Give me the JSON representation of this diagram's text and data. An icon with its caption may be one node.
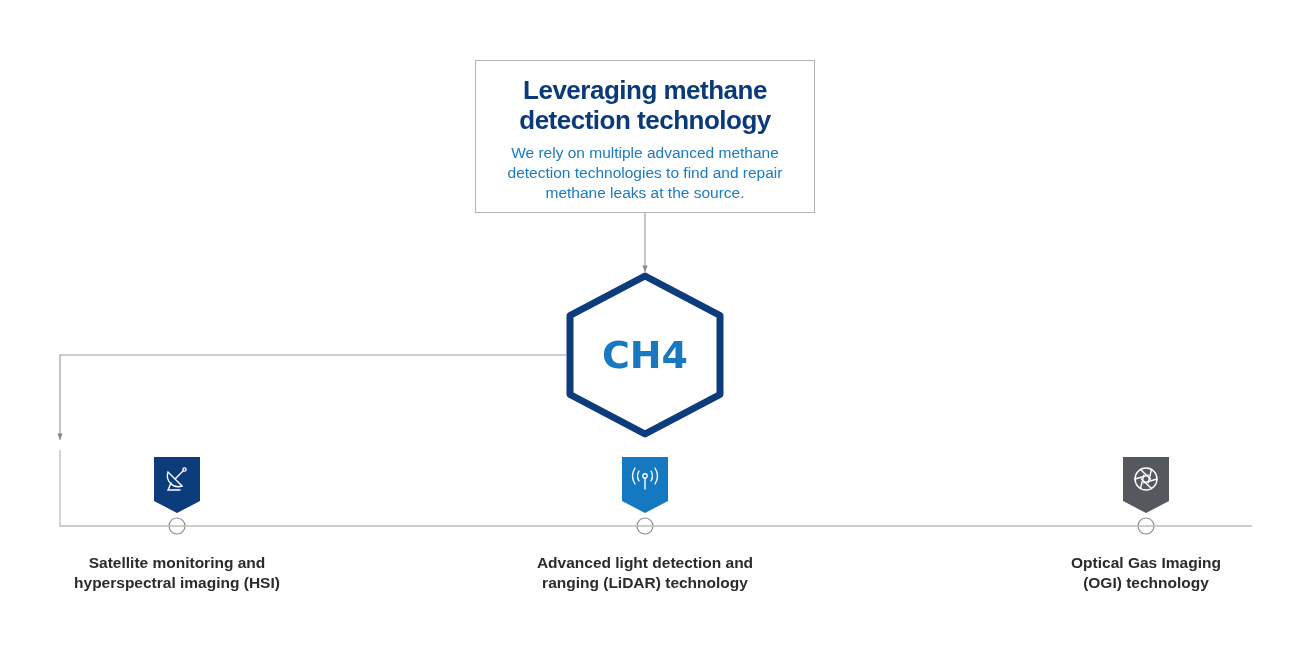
{
  "diagram": {
    "nodes": [
      {
        "text": [
          "Leveraging methane detection technology",
          "We rely on multiple advanced methane detection technologies to find and repair methane leaks at the source."
        ]
      },
      {
        "text": [
          "CH4"
        ]
      },
      {
        "text": [],
        "shape": "bar"
      },
      {
        "text": [
          "Satellite monitoring and hyperspectral imaging (HSI)"
        ],
        "in": 2
      },
      {
        "text": [
          "Advanced light detection and ranging (LiDAR) technology"
        ],
        "in": 2
      },
      {
        "text": [
          "Optical Gas Imaging (OGI) technology"
        ],
        "in": 2
      }
    ],
    "edges": [
      {
        "from": 0,
        "to": 1,
        "arrow": "to"
      },
      {
        "from": 1,
        "to": 2,
        "arrow": "to"
      }
    ]
  }
}
